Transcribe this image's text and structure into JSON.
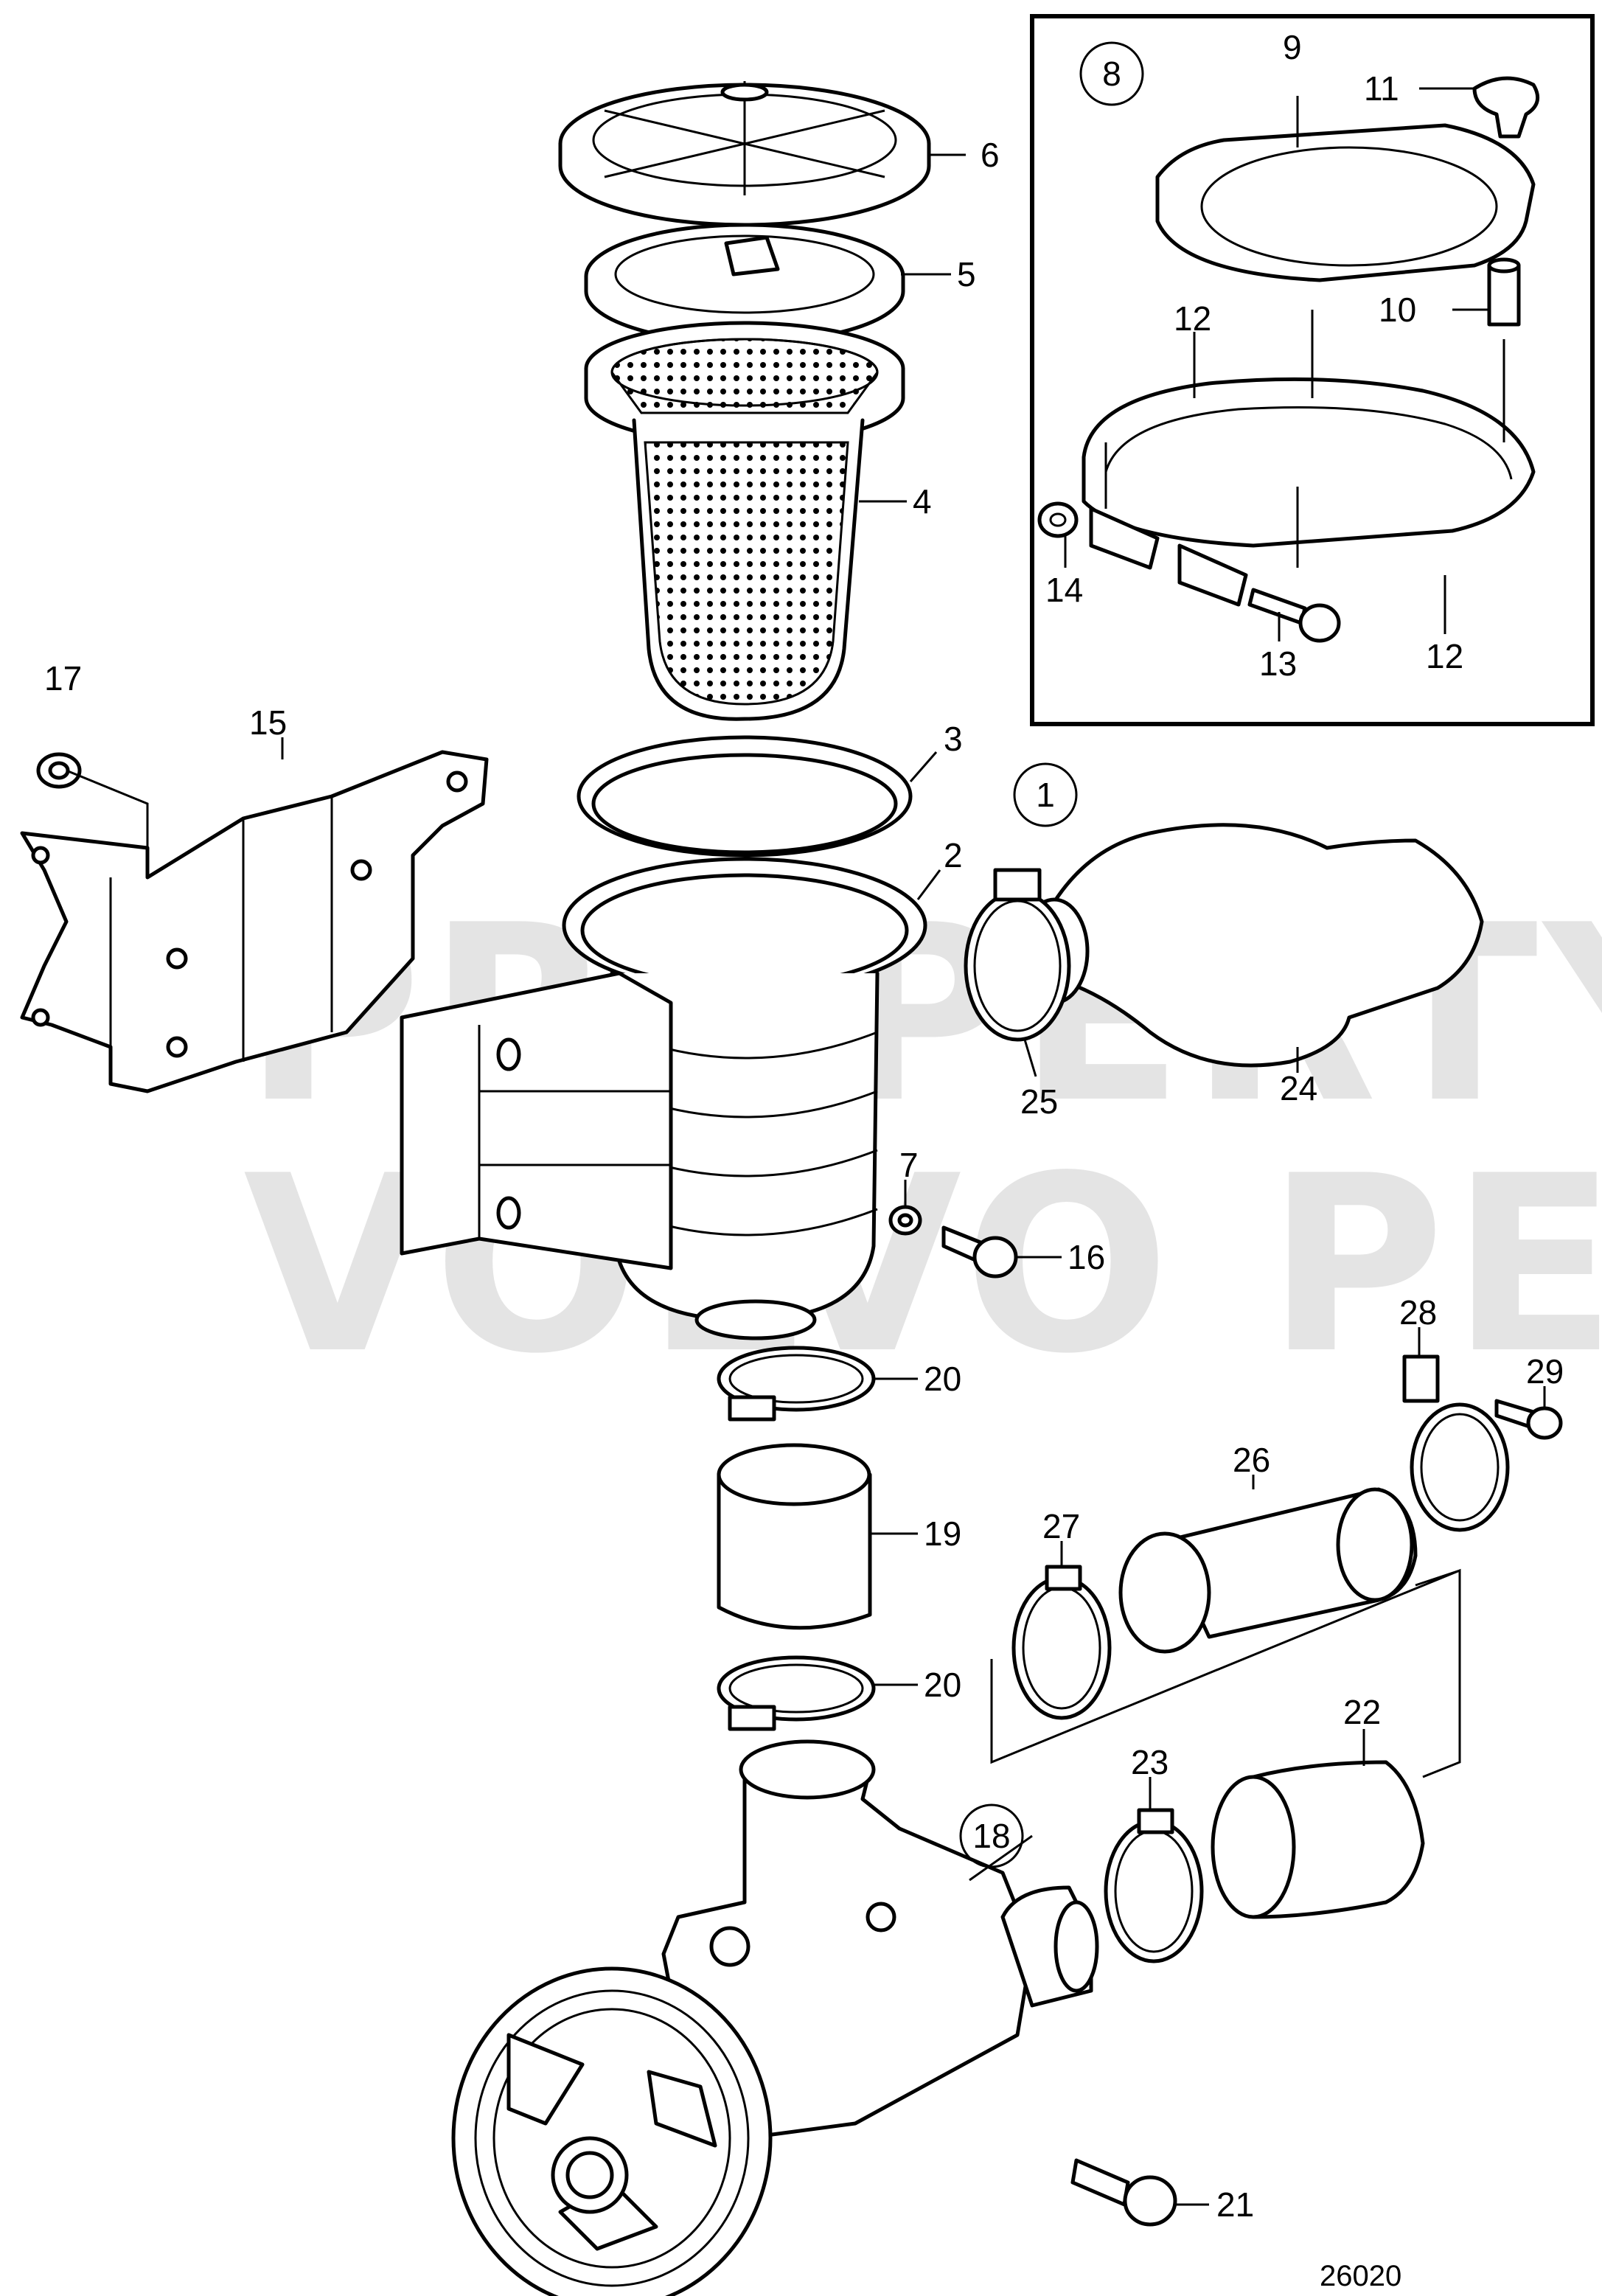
{
  "watermark": {
    "line1": "PROPERTY OF",
    "line2": "VOLVO PENTA"
  },
  "callouts": {
    "c1": "1",
    "c2": "2",
    "c3": "3",
    "c4": "4",
    "c5": "5",
    "c6": "6",
    "c7": "7",
    "c8": "8",
    "c9": "9",
    "c10": "10",
    "c11": "11",
    "c12a": "12",
    "c12b": "12",
    "c13": "13",
    "c14": "14",
    "c15": "15",
    "c16": "16",
    "c17": "17",
    "c18": "18",
    "c19": "19",
    "c20a": "20",
    "c20b": "20",
    "c21": "21",
    "c22": "22",
    "c23": "23",
    "c24": "24",
    "c25": "25",
    "c26": "26",
    "c27": "27",
    "c28": "28",
    "c29": "29"
  },
  "reference_number": "26020"
}
